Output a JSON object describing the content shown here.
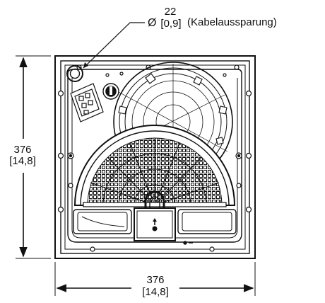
{
  "cable_cutout": {
    "symbol": "Ø",
    "value_mm": "22",
    "value_in": "[0,9]",
    "label": "(Kabelaussparung)"
  },
  "height_dim": {
    "value_mm": "376",
    "value_in": "[14,8]"
  },
  "width_dim": {
    "value_mm": "376",
    "value_in": "[14,8]"
  },
  "colors": {
    "line": "#111111",
    "background": "#ffffff"
  }
}
